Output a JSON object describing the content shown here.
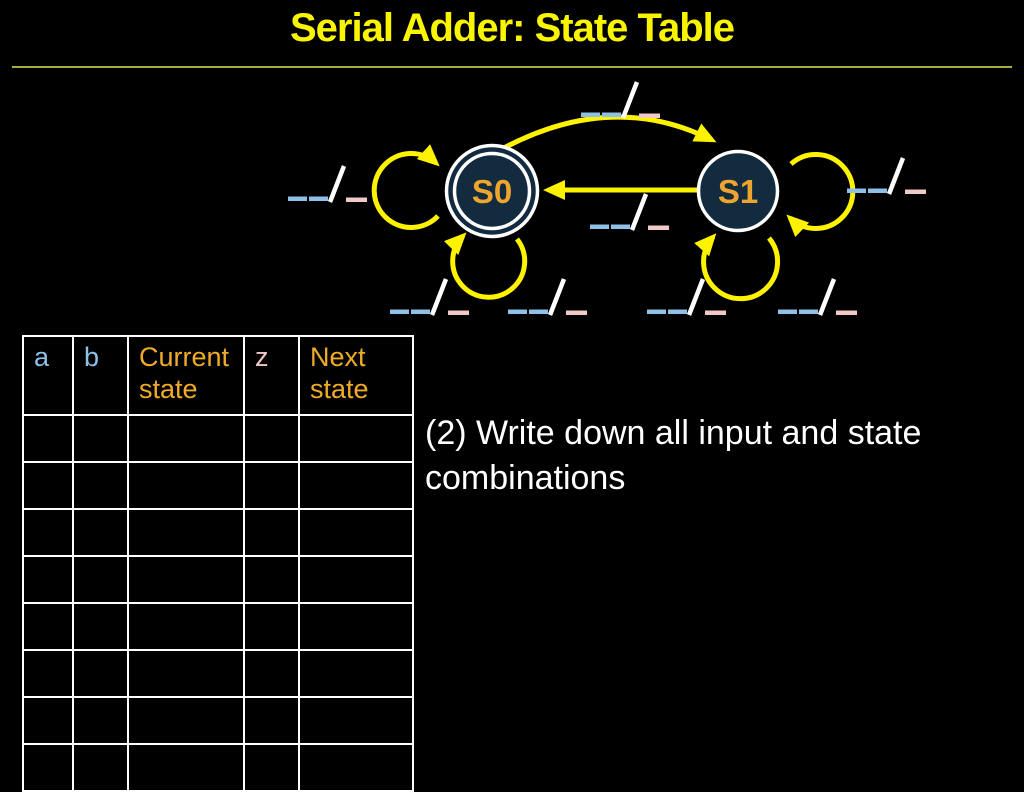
{
  "slide_title": "Serial Adder: State Table",
  "annotation": "(2) Write down all input and state combinations",
  "diagram": {
    "states": [
      {
        "label": "S0",
        "shape": "double-circle"
      },
      {
        "label": "S1",
        "shape": "circle"
      }
    ],
    "transition_labels": {
      "count": 8,
      "placeholder": "__/_",
      "meaning": "blank input / blank output"
    }
  },
  "table": {
    "headers": [
      {
        "label": "a",
        "color": "#8FC1E8"
      },
      {
        "label": "b",
        "color": "#8FC1E8"
      },
      {
        "label": "Current state",
        "color": "#F0AC28"
      },
      {
        "label": "z",
        "color": "#EFC6C6"
      },
      {
        "label": "Next state",
        "color": "#F0AC28"
      }
    ],
    "body_row_count": 8,
    "body_cells_empty": true
  },
  "colors": {
    "background": "#000000",
    "title": "#F9F500",
    "separator": "#A8AA3C",
    "arrow": "#FDF300",
    "node-fill": "#132B3F",
    "node-ring": "#FFFFFF",
    "state-label": "#EDA52E",
    "input-blank": "#8FC1E8",
    "output-blank": "#F1C9C5",
    "slash": "#FFFFFF",
    "table-border": "#FFFFFF",
    "annotation-text": "#FFFFFF"
  }
}
